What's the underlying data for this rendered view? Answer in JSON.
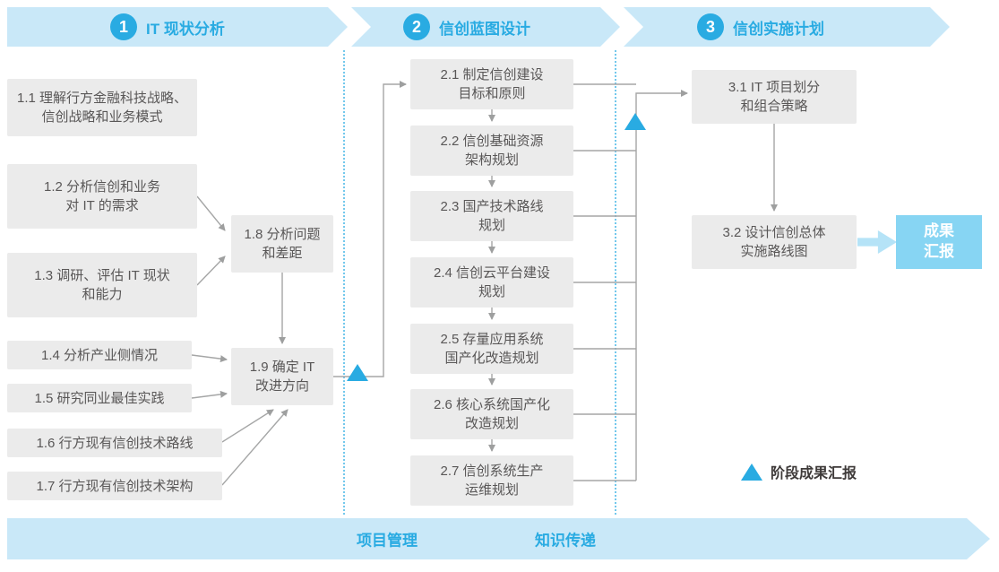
{
  "colors": {
    "accent": "#29abe2",
    "banner-bg": "#c9e8f8",
    "box-bg": "#ebebeb",
    "box-text": "#595757",
    "result-bg": "#87d5f3",
    "thick-arrow": "#b5e3f7",
    "line": "#a5a6a6"
  },
  "phases": [
    {
      "number": "1",
      "title": "IT 现状分析"
    },
    {
      "number": "2",
      "title": "信创蓝图设计"
    },
    {
      "number": "3",
      "title": "信创实施计划"
    }
  ],
  "phase1": {
    "items": [
      "1.1 理解行方金融科技战略、\n信创战略和业务模式",
      "1.2 分析信创和业务\n对 IT 的需求",
      "1.3 调研、评估 IT 现状\n和能力",
      "1.4 分析产业侧情况",
      "1.5 研究同业最佳实践",
      "1.6 行方现有信创技术路线",
      "1.7 行方现有信创技术架构",
      "1.8 分析问题\n和差距",
      "1.9 确定 IT\n改进方向"
    ]
  },
  "phase2": {
    "items": [
      "2.1 制定信创建设\n目标和原则",
      "2.2 信创基础资源\n架构规划",
      "2.3 国产技术路线\n规划",
      "2.4 信创云平台建设\n规划",
      "2.5 存量应用系统\n国产化改造规划",
      "2.6 核心系统国产化\n改造规划",
      "2.7 信创系统生产\n运维规划"
    ]
  },
  "phase3": {
    "items": [
      "3.1 IT 项目划分\n和组合策略",
      "3.2 设计信创总体\n实施路线图"
    ],
    "result": "成果\n汇报"
  },
  "bottom": {
    "left_label": "项目管理",
    "right_label": "知识传递"
  },
  "legend": {
    "milestone_label": "阶段成果汇报"
  }
}
